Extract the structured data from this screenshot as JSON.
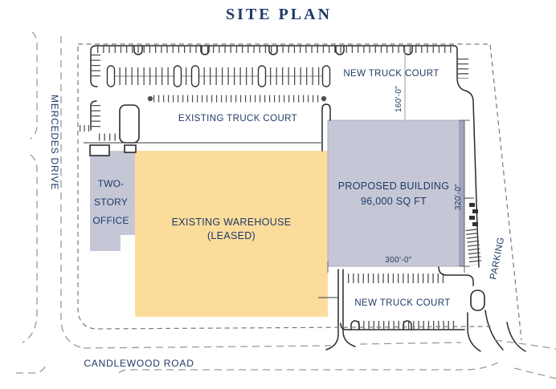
{
  "title": "SITE PLAN",
  "colors": {
    "navy": "#1E3A66",
    "warehouse_fill": "#FBDC9B",
    "building_fill": "#C5C7D6",
    "building_edge": "#A0A4BC"
  },
  "roads": {
    "left_label": "MERCEDES DRIVE",
    "bottom_label": "CANDLEWOOD ROAD"
  },
  "areas": {
    "new_truck_court_top": "NEW TRUCK COURT",
    "existing_truck_court": "EXISTING TRUCK COURT",
    "new_truck_court_bottom": "NEW TRUCK COURT",
    "parking": "PARKING"
  },
  "buildings": {
    "office": {
      "line1": "TWO-",
      "line2": "STORY",
      "line3": "OFFICE"
    },
    "warehouse": {
      "line1": "EXISTING WAREHOUSE",
      "line2": "(LEASED)"
    },
    "proposed": {
      "line1": "PROPOSED BUILDING",
      "line2": "96,000 SQ FT"
    }
  },
  "dimensions": {
    "top": "160'-0\"",
    "right": "320'-0\"",
    "bottom": "300'-0\""
  }
}
